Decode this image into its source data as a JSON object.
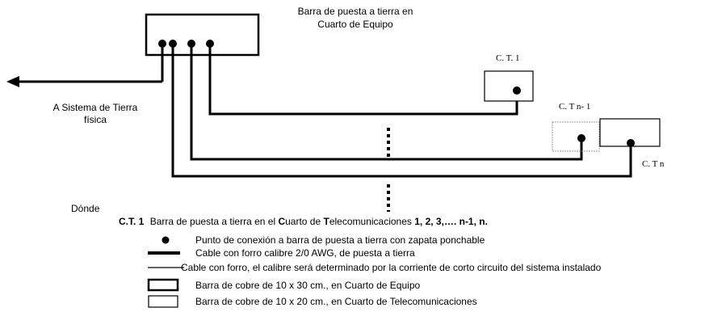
{
  "title_top": [
    "Barra de puesta a tierra en",
    "Cuarto de Equipo"
  ],
  "ground_label": [
    "A Sistema de Tierra",
    "física"
  ],
  "ct1": "C. T. 1",
  "ctn1": "C. T n- 1",
  "ctn": "C. T n",
  "donde": "Dónde",
  "definition": {
    "prefix": "C.T.  1",
    "text_a": "Barra de puesta a tierra en el ",
    "bold_c": "C",
    "text_b": "uarto de ",
    "bold_t": "T",
    "text_c": "elecomunicaciones ",
    "numbers": "1, 2, 3,…. n-1,  n."
  },
  "legend": [
    {
      "symbol": "dot",
      "text": "Punto de conexión a barra de puesta a tierra con zapata  ponchable"
    },
    {
      "symbol": "thick-line",
      "text": "Cable con forro calibre 2/0 AWG, de puesta a tierra"
    },
    {
      "symbol": "thin-line",
      "text": "Cable con forro, el calibre será determinado por la corriente de corto circuito del sistema instalado"
    },
    {
      "symbol": "thick-box",
      "text": "Barra de cobre de 10 x 30 cm., en Cuarto de Equipo"
    },
    {
      "symbol": "thin-box",
      "text": "Barra de cobre de 10 x 20 cm., en Cuarto de Telecomunicaciones"
    }
  ],
  "colors": {
    "line": "#000000",
    "faded_box": "#9a9a9a"
  }
}
